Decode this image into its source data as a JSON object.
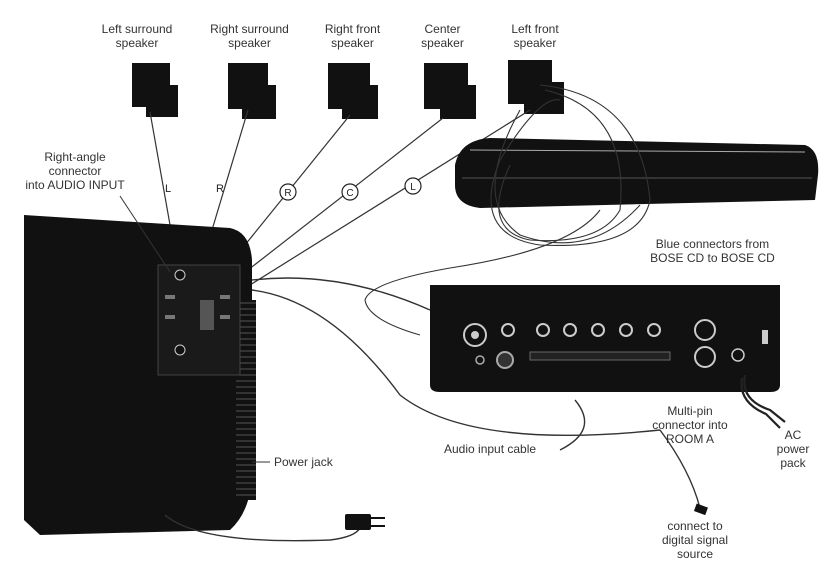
{
  "speakers": [
    {
      "line1": "Left surround",
      "line2": "speaker"
    },
    {
      "line1": "Right surround",
      "line2": "speaker"
    },
    {
      "line1": "Right front",
      "line2": "speaker"
    },
    {
      "line1": "Center",
      "line2": "speaker"
    },
    {
      "line1": "Left front",
      "line2": "speaker"
    }
  ],
  "channels": {
    "ls": "L",
    "rs": "R",
    "r": "R",
    "c": "C",
    "l": "L"
  },
  "labels": {
    "right_angle_1": "Right-angle",
    "right_angle_2": "connector",
    "right_angle_3": "into AUDIO INPUT",
    "blue_connectors_1": "Blue connectors from",
    "blue_connectors_2": "BOSE CD to BOSE CD",
    "multipin_1": "Multi-pin",
    "multipin_2": "connector into",
    "multipin_3": "ROOM A",
    "ac_1": "AC",
    "ac_2": "power",
    "ac_3": "pack",
    "audio_input_cable": "Audio input cable",
    "power_jack": "Power jack",
    "connect_1": "connect to",
    "connect_2": "digital signal",
    "connect_3": "source"
  },
  "colors": {
    "ink": "#111111",
    "line": "#333333",
    "paper": "#ffffff"
  }
}
